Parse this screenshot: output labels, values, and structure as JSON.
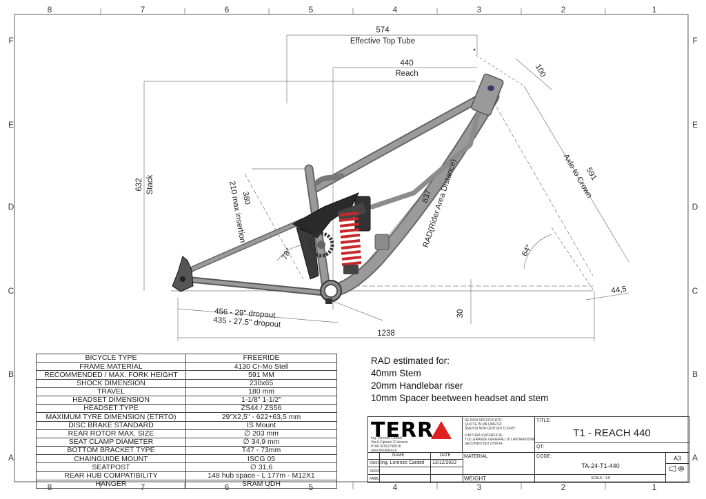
{
  "sheet": {
    "top_numbers": [
      "8",
      "7",
      "6",
      "5",
      "4",
      "3",
      "2",
      "1"
    ],
    "side_letters": [
      "F",
      "E",
      "D",
      "C",
      "B",
      "A"
    ]
  },
  "dimensions": {
    "ett_value": "574",
    "ett_label": "Effective Top Tube",
    "reach_value": "440",
    "reach_label": "Reach",
    "stack_value": "632",
    "stack_label": "Stack",
    "seatpost_value": "380",
    "seatpost_label": "210 max insertion",
    "rad_value": "837",
    "rad_label": "RAD(Rider Area Distance)",
    "atc_value": "591",
    "atc_label": "Axle to Crown",
    "stem_value": "100",
    "seat_angle": "78°",
    "head_angle": "64°",
    "chainstay_29": "456 - 29\" dropout",
    "chainstay_275": "435 - 27,5\" dropout",
    "bb_drop": "30",
    "wheelbase": "1238",
    "offset": "44,5"
  },
  "spec_table": [
    [
      "BICYCLE TYPE",
      "FREERIDE"
    ],
    [
      "FRAME MATERIAL",
      "4130 Cr-Mo Stell"
    ],
    [
      "RECOMMENDED / MAX. FORK HEIGHT",
      "591 MM"
    ],
    [
      "SHOCK DIMENSION",
      "230x65"
    ],
    [
      "TRAVEL",
      "180 mm"
    ],
    [
      "HEADSET DIMENSION",
      "1-1/8\"    1-1/2\""
    ],
    [
      "HEADSET TYPE",
      "ZS44 / ZS56"
    ],
    [
      "MAXIMUM TYRE DIMENSION (ETRTO)",
      "29\"X2,5\" - 622+63,5 mm"
    ],
    [
      "DISC BRAKE STANDARD",
      "IS Mount"
    ],
    [
      "REAR ROTOR MAX. SIZE",
      "∅ 203 mm"
    ],
    [
      "SEAT CLAMP DIAMETER",
      "∅ 34,9 mm"
    ],
    [
      "BOTTOM BRACKET TYPE",
      "T47 - 73mm"
    ],
    [
      "CHAINGUIDE MOUNT",
      "ISCG 05"
    ],
    [
      "SEATPOST",
      "∅ 31,6"
    ],
    [
      "REAR HUB COMPATIBILITY",
      "148 hub space - L 177m - M12X1"
    ],
    [
      "HANGER",
      "SRAM UDH"
    ]
  ],
  "rad_note": {
    "title": "RAD estimated for:",
    "lines": [
      "40mm Stem",
      "20mm Handlebar riser",
      "10mm Spacer beetween headset and stem"
    ]
  },
  "title_block": {
    "logo": "TERR",
    "address_1": "Ing. Lorenzo Cardeti",
    "address_2": "Via A.Cipriani 22 Arezzo",
    "address_3": "P.IVA 02362790516",
    "address_4": "www.terrabikes.it",
    "notes_1": "SE NON SPECIFICATO:",
    "notes_2": "QUOTE IN MILLIMETRI",
    "notes_3": "SMUSSI NON QUOTATI 0,2X45°",
    "notes_4": "FINITURA SUPERFICIE:",
    "notes_5": "TOLLERANZE GENERALI DI LAVORAZIONE",
    "notes_6": "SECONDO ISO 2768-f-k",
    "title_label": "TITLE:",
    "title": "T1 - REACH 440",
    "qt_label": "QT:",
    "code_label": "CODE:",
    "code": "TA-24-T1-440",
    "sheet_size": "A3",
    "scale": "SCALE : 1:8",
    "name_header": "NAME",
    "date_header": "DATE",
    "material_label": "MATERIAL",
    "weight_label": "WEIGHT",
    "row_dised": "DISEG.",
    "row_verif": "VERIF",
    "row_fabb": "FABB.",
    "designer": "Ing. Lorenzo Cardeti",
    "date": "13/12/2023"
  },
  "colors": {
    "frame": "#8a8a8a",
    "spring": "#c8282a",
    "logo_triangle": "#e02020"
  }
}
